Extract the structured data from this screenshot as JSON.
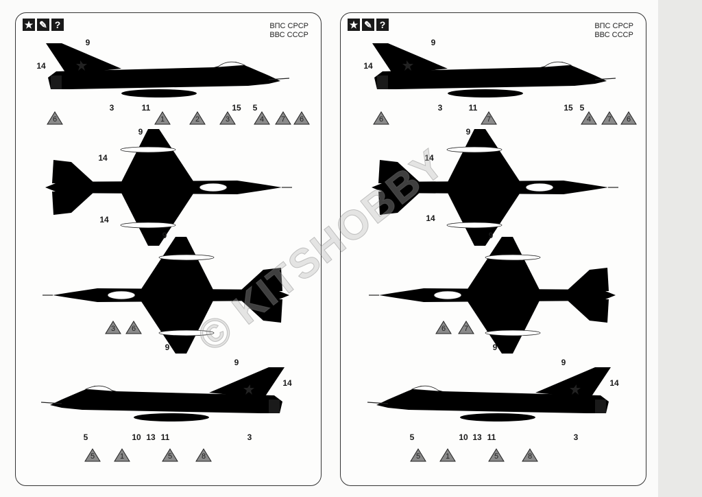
{
  "header_icons": [
    {
      "name": "star-icon",
      "glyph": "★"
    },
    {
      "name": "brush-icon",
      "glyph": "✎"
    },
    {
      "name": "question-icon",
      "glyph": "?"
    }
  ],
  "left_panel": {
    "title_line1": "ВПС СРСР",
    "title_line2": "ВВС СССР",
    "scheme": "camouflage",
    "callouts": [
      "9",
      "14",
      "3",
      "11",
      "15",
      "5",
      "9",
      "14",
      "14",
      "9",
      "9",
      "9",
      "14",
      "5",
      "10",
      "13",
      "11",
      "3"
    ],
    "paint_markers": [
      "6",
      "1",
      "2",
      "3",
      "4",
      "7",
      "6",
      "3",
      "6",
      "5",
      "1",
      "5",
      "8"
    ]
  },
  "right_panel": {
    "title_line1": "ВПС СРСР",
    "title_line2": "ВВС СССР",
    "scheme": "natural-metal",
    "callouts": [
      "9",
      "14",
      "3",
      "11",
      "15",
      "5",
      "9",
      "14",
      "14",
      "9",
      "9",
      "9",
      "14",
      "5",
      "10",
      "13",
      "11",
      "3"
    ],
    "paint_markers": [
      "6",
      "7",
      "4",
      "7",
      "6",
      "6",
      "7",
      "5",
      "1",
      "5",
      "8"
    ]
  },
  "watermark": "© KITSHOBBY",
  "colors": {
    "camo_dark": "#707070",
    "camo_mid": "#8f8f8f",
    "camo_light": "#c2c2c2",
    "metal": "#f4f4f4",
    "marker": "#8a8a8a",
    "outline": "#222222"
  }
}
